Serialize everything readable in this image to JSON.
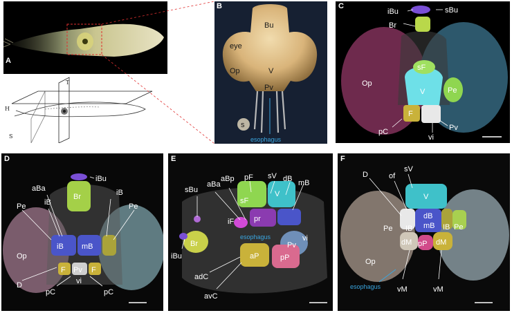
{
  "panels": {
    "A": {
      "label": "A",
      "axes": [
        "T",
        "H",
        "S"
      ]
    },
    "B": {
      "label": "B",
      "structures": [
        "Bu",
        "eye",
        "Op",
        "V",
        "Pv",
        "s"
      ],
      "esophagus": "esophagus"
    },
    "C": {
      "label": "C",
      "structures": [
        "iBu",
        "sBu",
        "Br",
        "sF",
        "Op",
        "V",
        "Pe",
        "F",
        "pC",
        "Pv",
        "vi"
      ]
    },
    "D": {
      "label": "D",
      "structures": [
        "iBu",
        "Br",
        "aBa",
        "iB",
        "Pe",
        "Pe",
        "iB",
        "mB",
        "iB",
        "Op",
        "F",
        "Pv",
        "F",
        "vi",
        "D",
        "pC",
        "pC"
      ]
    },
    "E": {
      "label": "E",
      "structures": [
        "sBu",
        "aBa",
        "aBp",
        "pF",
        "sV",
        "dB",
        "mB",
        "sF",
        "V",
        "iF",
        "pr",
        "Br",
        "Pv",
        "vi",
        "iBu",
        "aP",
        "pP",
        "adC",
        "avC"
      ],
      "esophagus": "esophagus"
    },
    "F": {
      "label": "F",
      "structures": [
        "D",
        "of",
        "sV",
        "V",
        "dB",
        "Pe",
        "IB",
        "mB",
        "IB",
        "Pe",
        "dM",
        "pP",
        "dM",
        "Op",
        "vM",
        "vM"
      ],
      "esophagus": "esophagus"
    }
  },
  "colors": {
    "background_dark": "#0b0b0b",
    "optic_lobe": "#b45f83",
    "optic_lobe_right": "#3f6f86",
    "vertical_lobe": "#3fc1c9",
    "superior_frontal": "#8fd650",
    "peduncle": "#7fd05a",
    "buccal": "#7a4fd6",
    "fin": "#c9b23a",
    "basal": "#4a55c9",
    "callout": "#3aa6e0"
  }
}
